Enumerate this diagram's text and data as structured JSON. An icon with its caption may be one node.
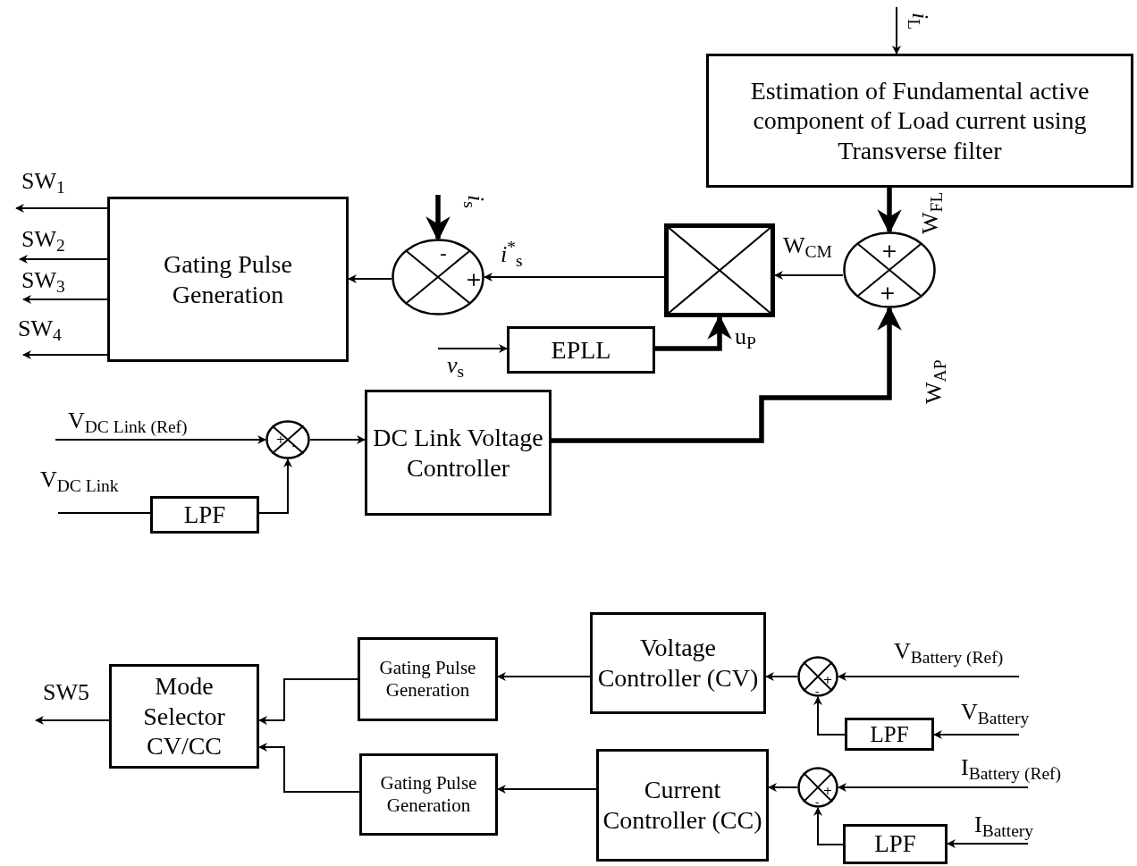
{
  "diagram": {
    "nodes": [
      {
        "text": [
          "Estimation of Fundamental active component of Load current using Transverse filter"
        ]
      },
      {
        "text": [],
        "shape": "circle"
      },
      {
        "text": [],
        "shape": "box"
      },
      {
        "text": [],
        "shape": "circle"
      },
      {
        "text": [
          "Gating Pulse Generation"
        ]
      },
      {
        "text": [
          "EPLL"
        ]
      },
      {
        "text": [
          "DC Link Voltage Controller"
        ]
      },
      {
        "text": [],
        "shape": "circle"
      },
      {
        "text": [
          "LPF"
        ]
      },
      {
        "text": [
          "Mode Selector CV/CC"
        ]
      },
      {
        "text": [
          "Gating Pulse Generation"
        ]
      },
      {
        "text": [
          "Gating Pulse Generation"
        ]
      },
      {
        "text": [
          "Voltage Controller (CV)"
        ]
      },
      {
        "text": [
          "Current Controller (CC)"
        ]
      },
      {
        "text": [],
        "shape": "circle"
      },
      {
        "text": [
          "LPF"
        ]
      },
      {
        "text": [],
        "shape": "circle"
      },
      {
        "text": [
          "LPF"
        ]
      }
    ],
    "edges": [
      {
        "from": null,
        "to": 0,
        "arrow": "to",
        "label": "*i*$_{L}$"
      },
      {
        "from": 0,
        "to": 1,
        "arrow": "to",
        "label": "W$_{FL}$",
        "style": "thick"
      },
      {
        "from": null,
        "to": 3,
        "arrow": "to",
        "label": "*i*$_{s}$",
        "style": "thick"
      },
      {
        "from": 1,
        "to": 2,
        "arrow": "to",
        "label": "W$_{CM}$"
      },
      {
        "from": 2,
        "to": 3,
        "arrow": "to",
        "label": "*i*$^{*}$$_{s}$"
      },
      {
        "from": 3,
        "to": 4,
        "arrow": "to"
      },
      {
        "from": 4,
        "to": null,
        "arrow": "to",
        "label": "SW$_{1}$"
      },
      {
        "from": 4,
        "to": null,
        "arrow": "to",
        "label": "SW$_{2}$"
      },
      {
        "from": 4,
        "to": null,
        "arrow": "to",
        "label": "SW$_{3}$"
      },
      {
        "from": 4,
        "to": null,
        "arrow": "to",
        "label": "SW$_{4}$"
      },
      {
        "from": null,
        "to": 5,
        "arrow": "to",
        "label": "*v*$_{s}$"
      },
      {
        "from": 5,
        "to": 2,
        "arrow": "to",
        "label": "u$_{P}$",
        "style": "thick"
      },
      {
        "from": 6,
        "to": 1,
        "arrow": "to",
        "label": "W$_{AP}$",
        "style": "thick"
      },
      {
        "from": null,
        "to": 7,
        "arrow": "to",
        "label": "V$_{DC Link (Ref)}$"
      },
      {
        "from": null,
        "to": 8,
        "arrow": "none",
        "label": "V$_{DC Link}$"
      },
      {
        "from": 8,
        "to": 7,
        "arrow": "to"
      },
      {
        "from": 7,
        "to": 6,
        "arrow": "to"
      },
      {
        "from": 9,
        "to": null,
        "arrow": "to",
        "label": "SW5"
      },
      {
        "from": 10,
        "to": 9,
        "arrow": "to"
      },
      {
        "from": 11,
        "to": 9,
        "arrow": "to"
      },
      {
        "from": 12,
        "to": 10,
        "arrow": "to"
      },
      {
        "from": 13,
        "to": 11,
        "arrow": "to"
      },
      {
        "from": 14,
        "to": 12,
        "arrow": "to"
      },
      {
        "from": 15,
        "to": 14,
        "arrow": "to"
      },
      {
        "from": null,
        "to": 14,
        "arrow": "to",
        "label": "V$_{Battery (Ref)}$"
      },
      {
        "from": null,
        "to": 15,
        "arrow": "to",
        "label": "V$_{Battery}$"
      },
      {
        "from": 16,
        "to": 13,
        "arrow": "to"
      },
      {
        "from": 17,
        "to": 16,
        "arrow": "to"
      },
      {
        "from": null,
        "to": 16,
        "arrow": "to",
        "label": "I$_{Battery (Ref)}$"
      },
      {
        "from": null,
        "to": 17,
        "arrow": "to",
        "label": "I$_{Battery}$"
      }
    ],
    "labels": [
      "+",
      "+",
      "-",
      "+",
      "+",
      "-",
      "+",
      "-",
      "+",
      "-"
    ]
  }
}
